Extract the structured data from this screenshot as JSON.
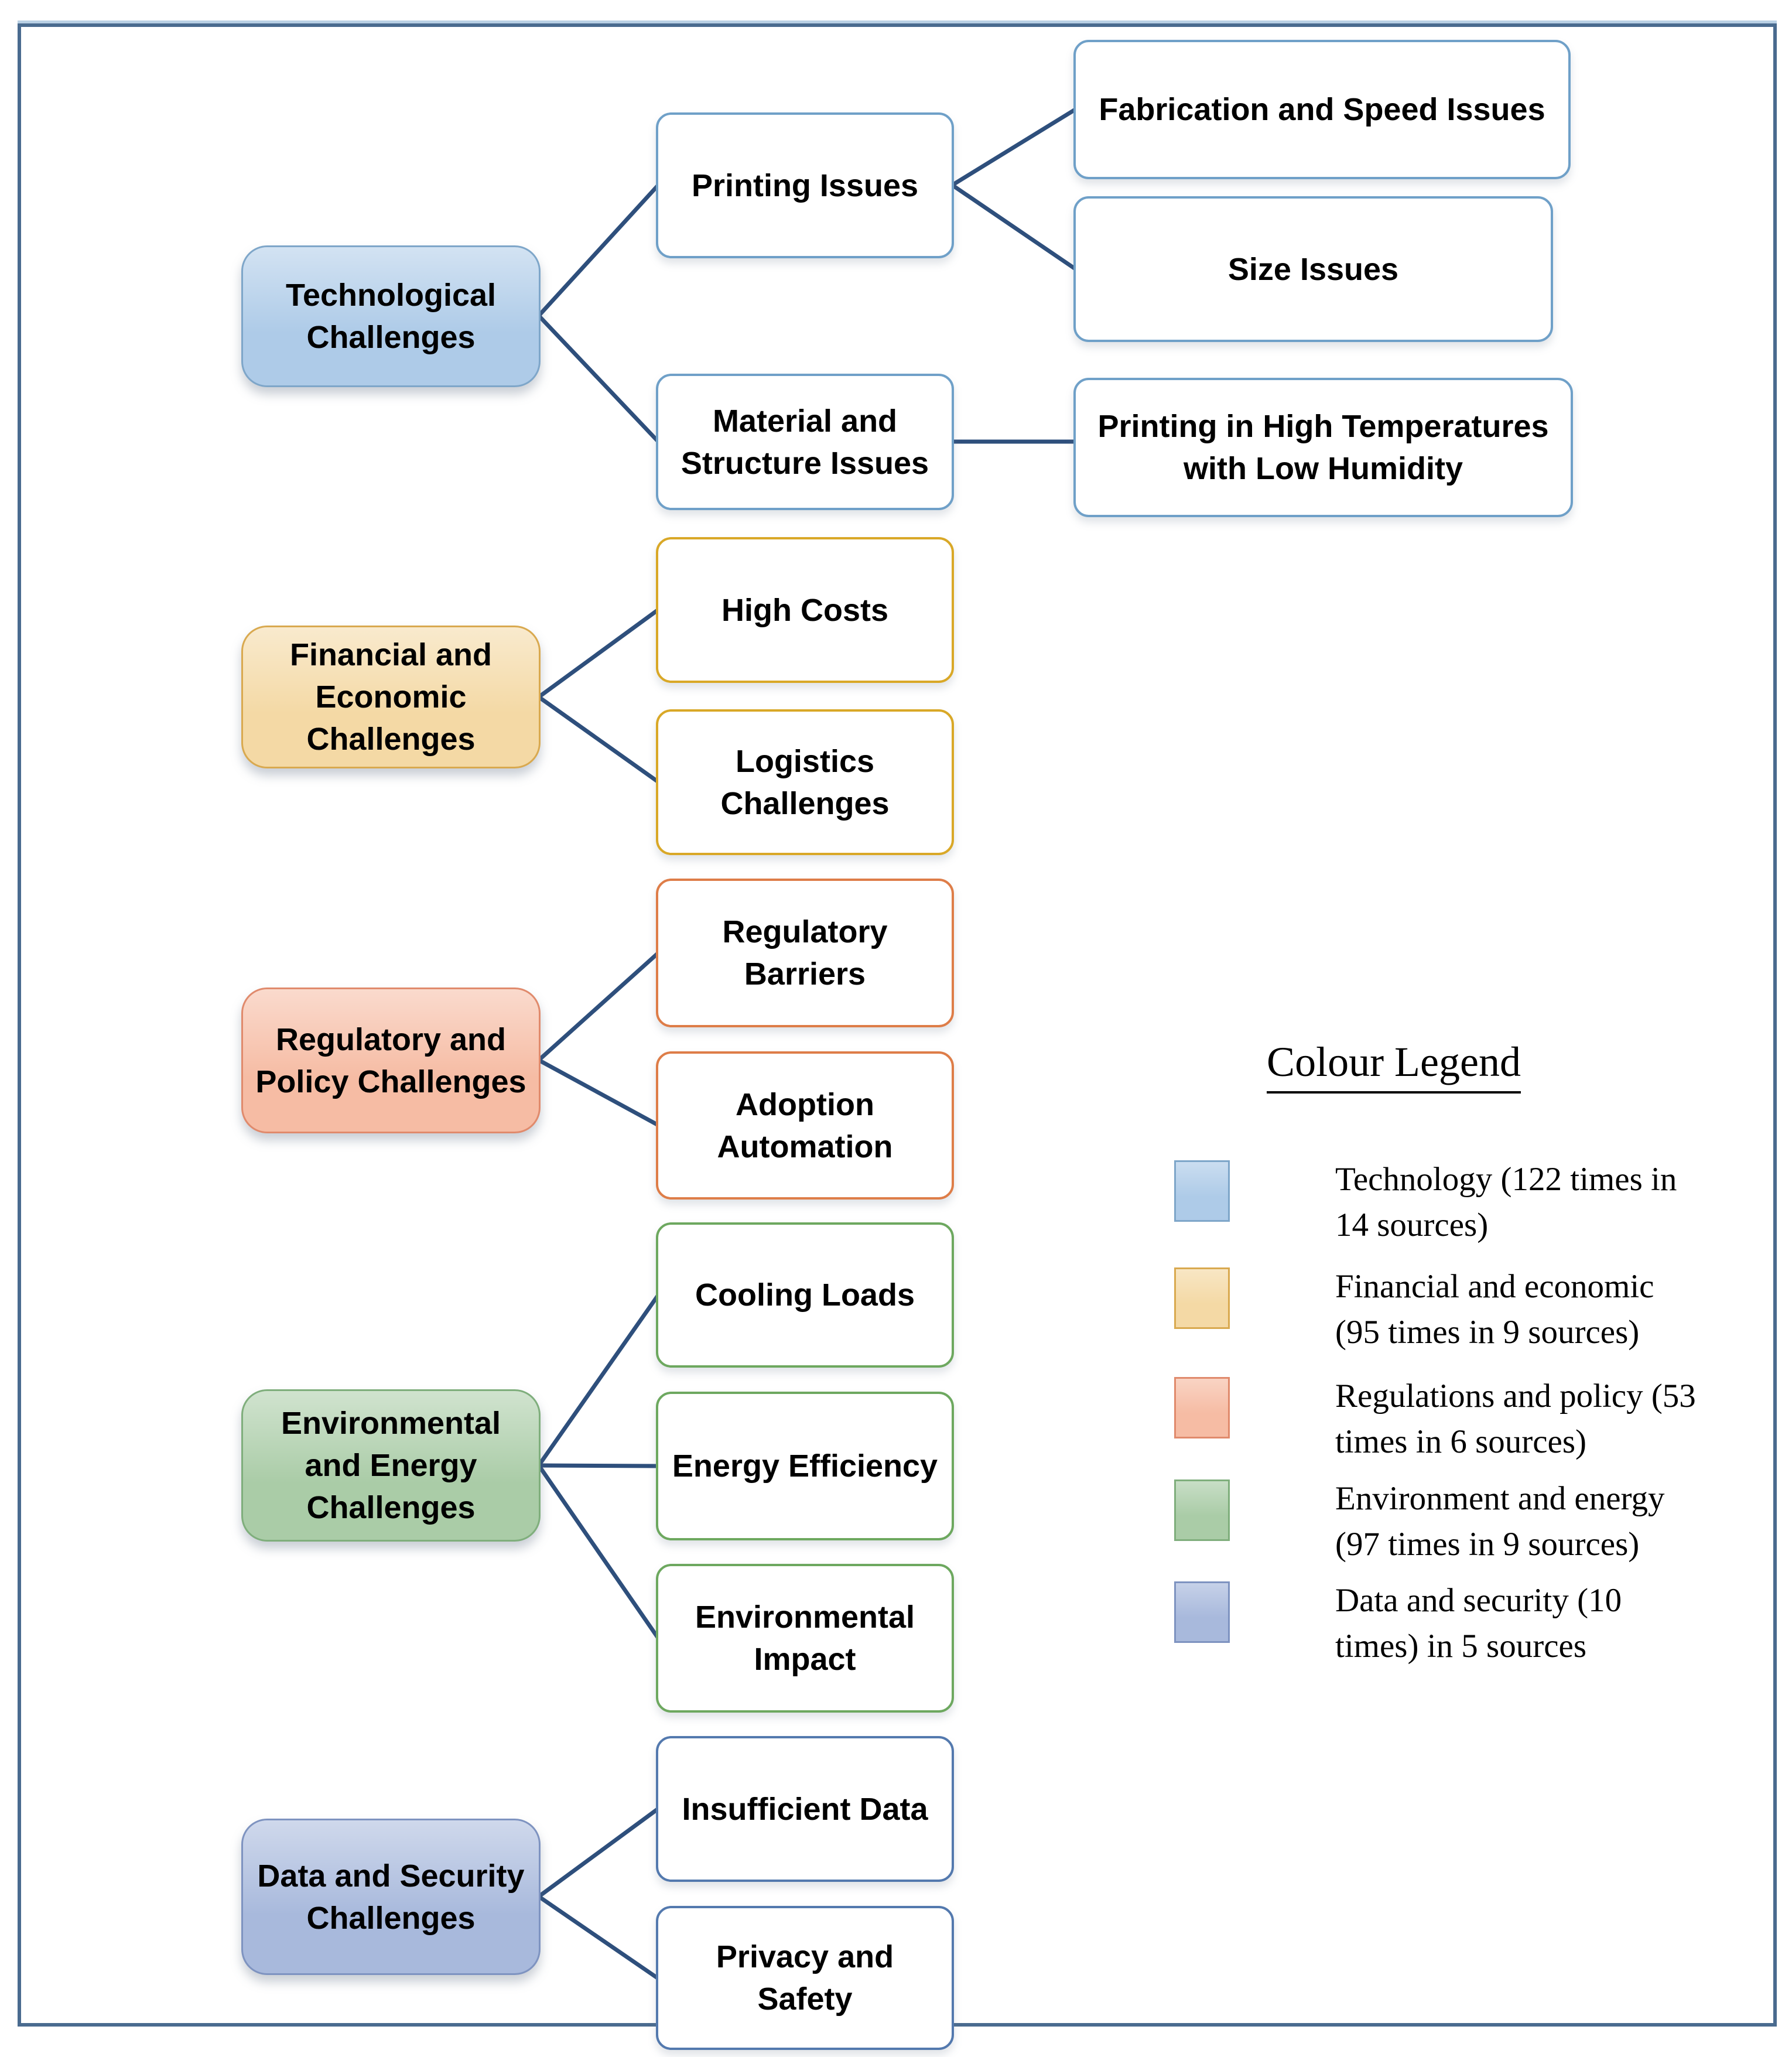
{
  "colors": {
    "connector": "#2E4F7C",
    "frame_border": "#4A6B8F",
    "frame_top_accent": "#B9D0E4",
    "categories": {
      "technology": {
        "fill": "#AECBE8",
        "border": "#7EA6C9",
        "child_border": "#6FA0C8"
      },
      "financial": {
        "fill": "#F4D9A5",
        "border": "#D9A94F",
        "child_border": "#D9A827"
      },
      "regulatory": {
        "fill": "#F6BCA4",
        "border": "#E08A6C",
        "child_border": "#DE7D48"
      },
      "environment": {
        "fill": "#AACCA7",
        "border": "#7FAE7C",
        "child_border": "#6DA85F"
      },
      "data": {
        "fill": "#A8B9DC",
        "border": "#7E93C0",
        "child_border": "#5379AE"
      }
    }
  },
  "nodes": {
    "technological": {
      "lines": [
        "Technological",
        "Challenges"
      ]
    },
    "financial": {
      "lines": [
        "Financial and",
        "Economic",
        "Challenges"
      ]
    },
    "regulatory": {
      "lines": [
        "Regulatory and",
        "Policy Challenges"
      ]
    },
    "environment": {
      "lines": [
        "Environmental",
        "and Energy",
        "Challenges"
      ]
    },
    "data_security": {
      "lines": [
        "Data and Security",
        "Challenges"
      ]
    },
    "printing_issues": {
      "lines": [
        "Printing Issues"
      ]
    },
    "material_structure": {
      "lines": [
        "Material and",
        "Structure Issues"
      ]
    },
    "high_costs": {
      "lines": [
        "High Costs"
      ]
    },
    "logistics": {
      "lines": [
        "Logistics",
        "Challenges"
      ]
    },
    "regulatory_barriers": {
      "lines": [
        "Regulatory",
        "Barriers"
      ]
    },
    "adoption_automation": {
      "lines": [
        "Adoption",
        "Automation"
      ]
    },
    "cooling_loads": {
      "lines": [
        "Cooling Loads"
      ]
    },
    "energy_efficiency": {
      "lines": [
        "Energy Efficiency"
      ]
    },
    "environmental_impact": {
      "lines": [
        "Environmental",
        "Impact"
      ]
    },
    "insufficient_data": {
      "lines": [
        "Insufficient Data"
      ]
    },
    "privacy_safety": {
      "lines": [
        "Privacy and",
        "Safety"
      ]
    },
    "fabrication_speed": {
      "lines": [
        "Fabrication and Speed Issues"
      ]
    },
    "size_issues": {
      "lines": [
        "Size Issues"
      ]
    },
    "high_temp_printing": {
      "lines": [
        "Printing in High Temperatures",
        "with Low Humidity"
      ]
    }
  },
  "legend": {
    "title": "Colour Legend",
    "items": [
      {
        "lines": [
          "Technology (122 times in",
          "14 sources)"
        ]
      },
      {
        "lines": [
          "Financial and economic",
          "(95 times in 9 sources)"
        ]
      },
      {
        "lines": [
          "Regulations and policy (53",
          "times in 6 sources)"
        ]
      },
      {
        "lines": [
          "Environment and energy",
          "(97 times in 9 sources)"
        ]
      },
      {
        "lines": [
          "Data and security (10",
          "times) in 5 sources"
        ]
      }
    ]
  }
}
